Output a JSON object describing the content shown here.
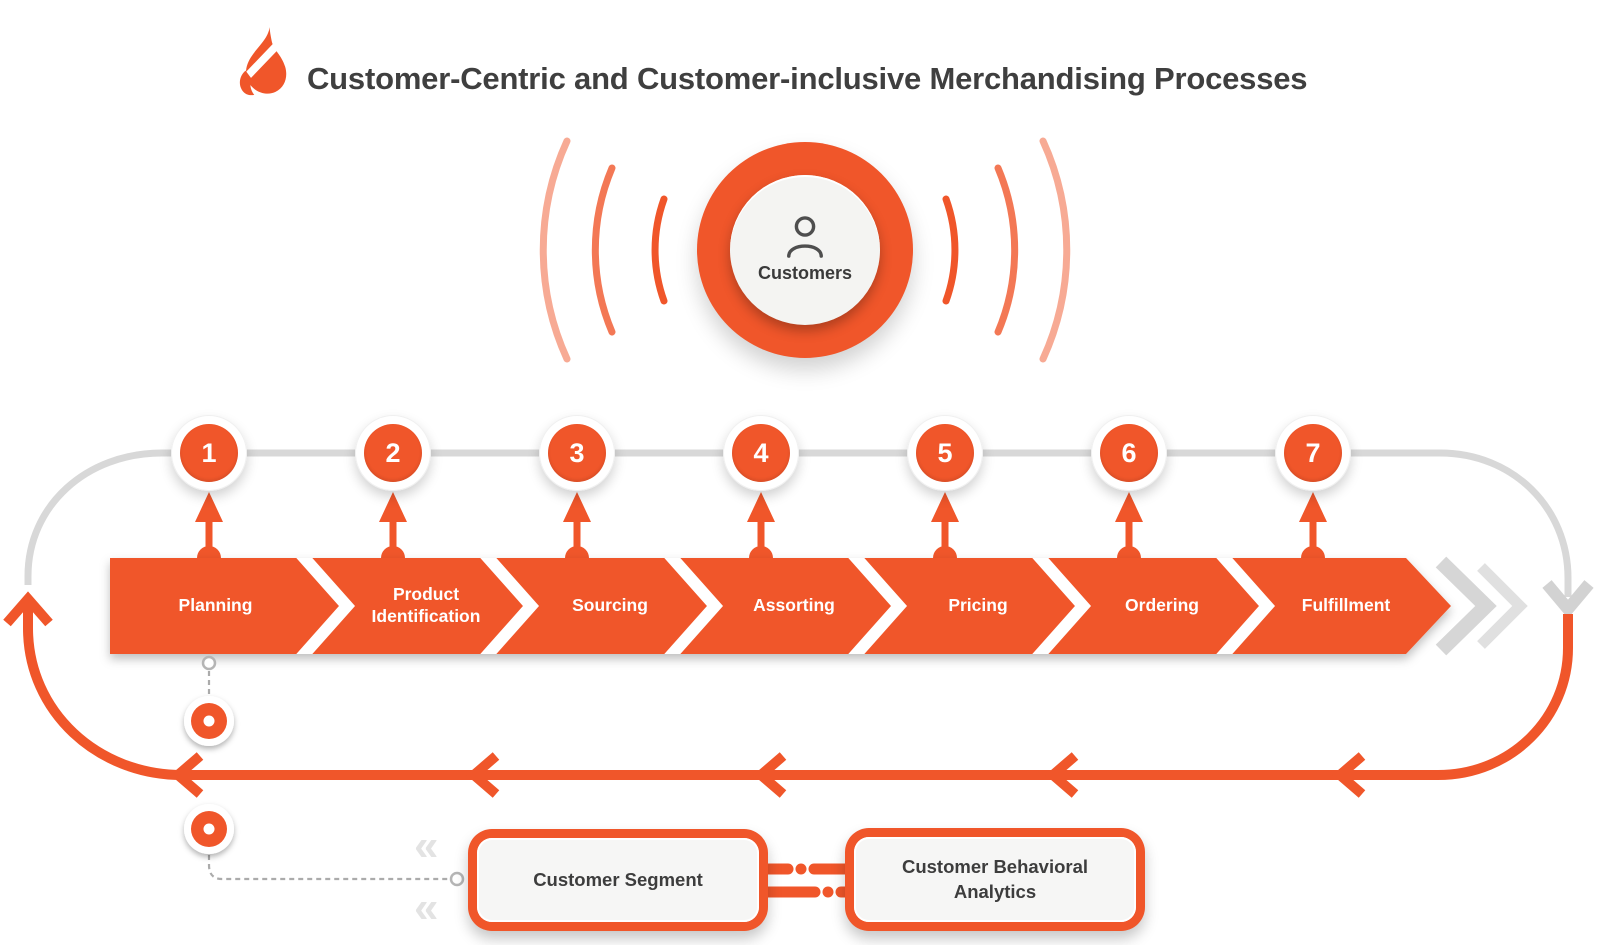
{
  "title": "Customer-Centric and Customer-inclusive Merchandising Processes",
  "brand": {
    "icon": "flame-icon"
  },
  "hub": {
    "label": "Customers",
    "icon": "person-icon"
  },
  "process": {
    "steps": [
      {
        "number": "1",
        "label": "Planning"
      },
      {
        "number": "2",
        "label": "Product Identification"
      },
      {
        "number": "3",
        "label": "Sourcing"
      },
      {
        "number": "4",
        "label": "Assorting"
      },
      {
        "number": "5",
        "label": "Pricing"
      },
      {
        "number": "6",
        "label": "Ordering"
      },
      {
        "number": "7",
        "label": "Fulfillment"
      }
    ],
    "end_icon": "double-chevron-right-icon"
  },
  "feedback_boxes": {
    "segment": {
      "label": "Customer Segment"
    },
    "analytics": {
      "label": "Customer Behavioral Analytics"
    }
  },
  "decor": {
    "guillemet": "«"
  },
  "colors": {
    "primary_orange": "#F0562A",
    "loop_gray": "#D8D8D8",
    "text_dark": "#3E3E3E",
    "panel_fill": "#F6F6F5",
    "white": "#FFFFFF"
  }
}
